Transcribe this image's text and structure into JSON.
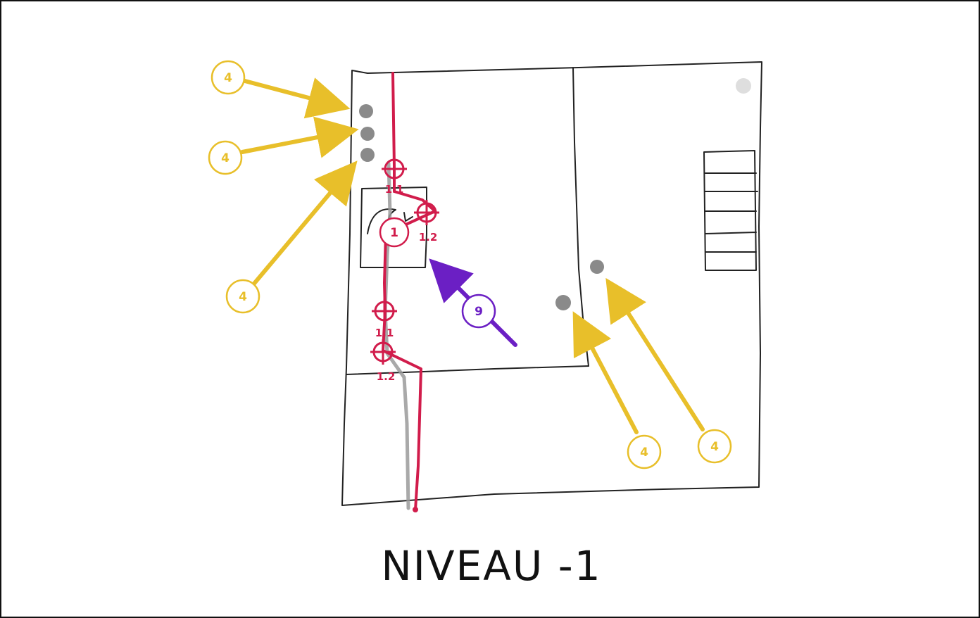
{
  "title": "NIVEAU -1",
  "colors": {
    "wall": "#222222",
    "route": "#d11c4b",
    "gray_route": "#9a9a9a",
    "badge_4": "#e8bf2a",
    "badge_9": "#6b1fc4",
    "dot": "#8a8a8a",
    "dot_light": "#dedede"
  },
  "badges": {
    "tl1": "4",
    "tl2": "4",
    "tl3": "4",
    "br1": "4",
    "br2": "4",
    "route_main": "1",
    "nine": "9"
  },
  "targets": {
    "t1": "1.1",
    "t2": "1.2",
    "t3": "1.1",
    "t4": "1.2"
  }
}
